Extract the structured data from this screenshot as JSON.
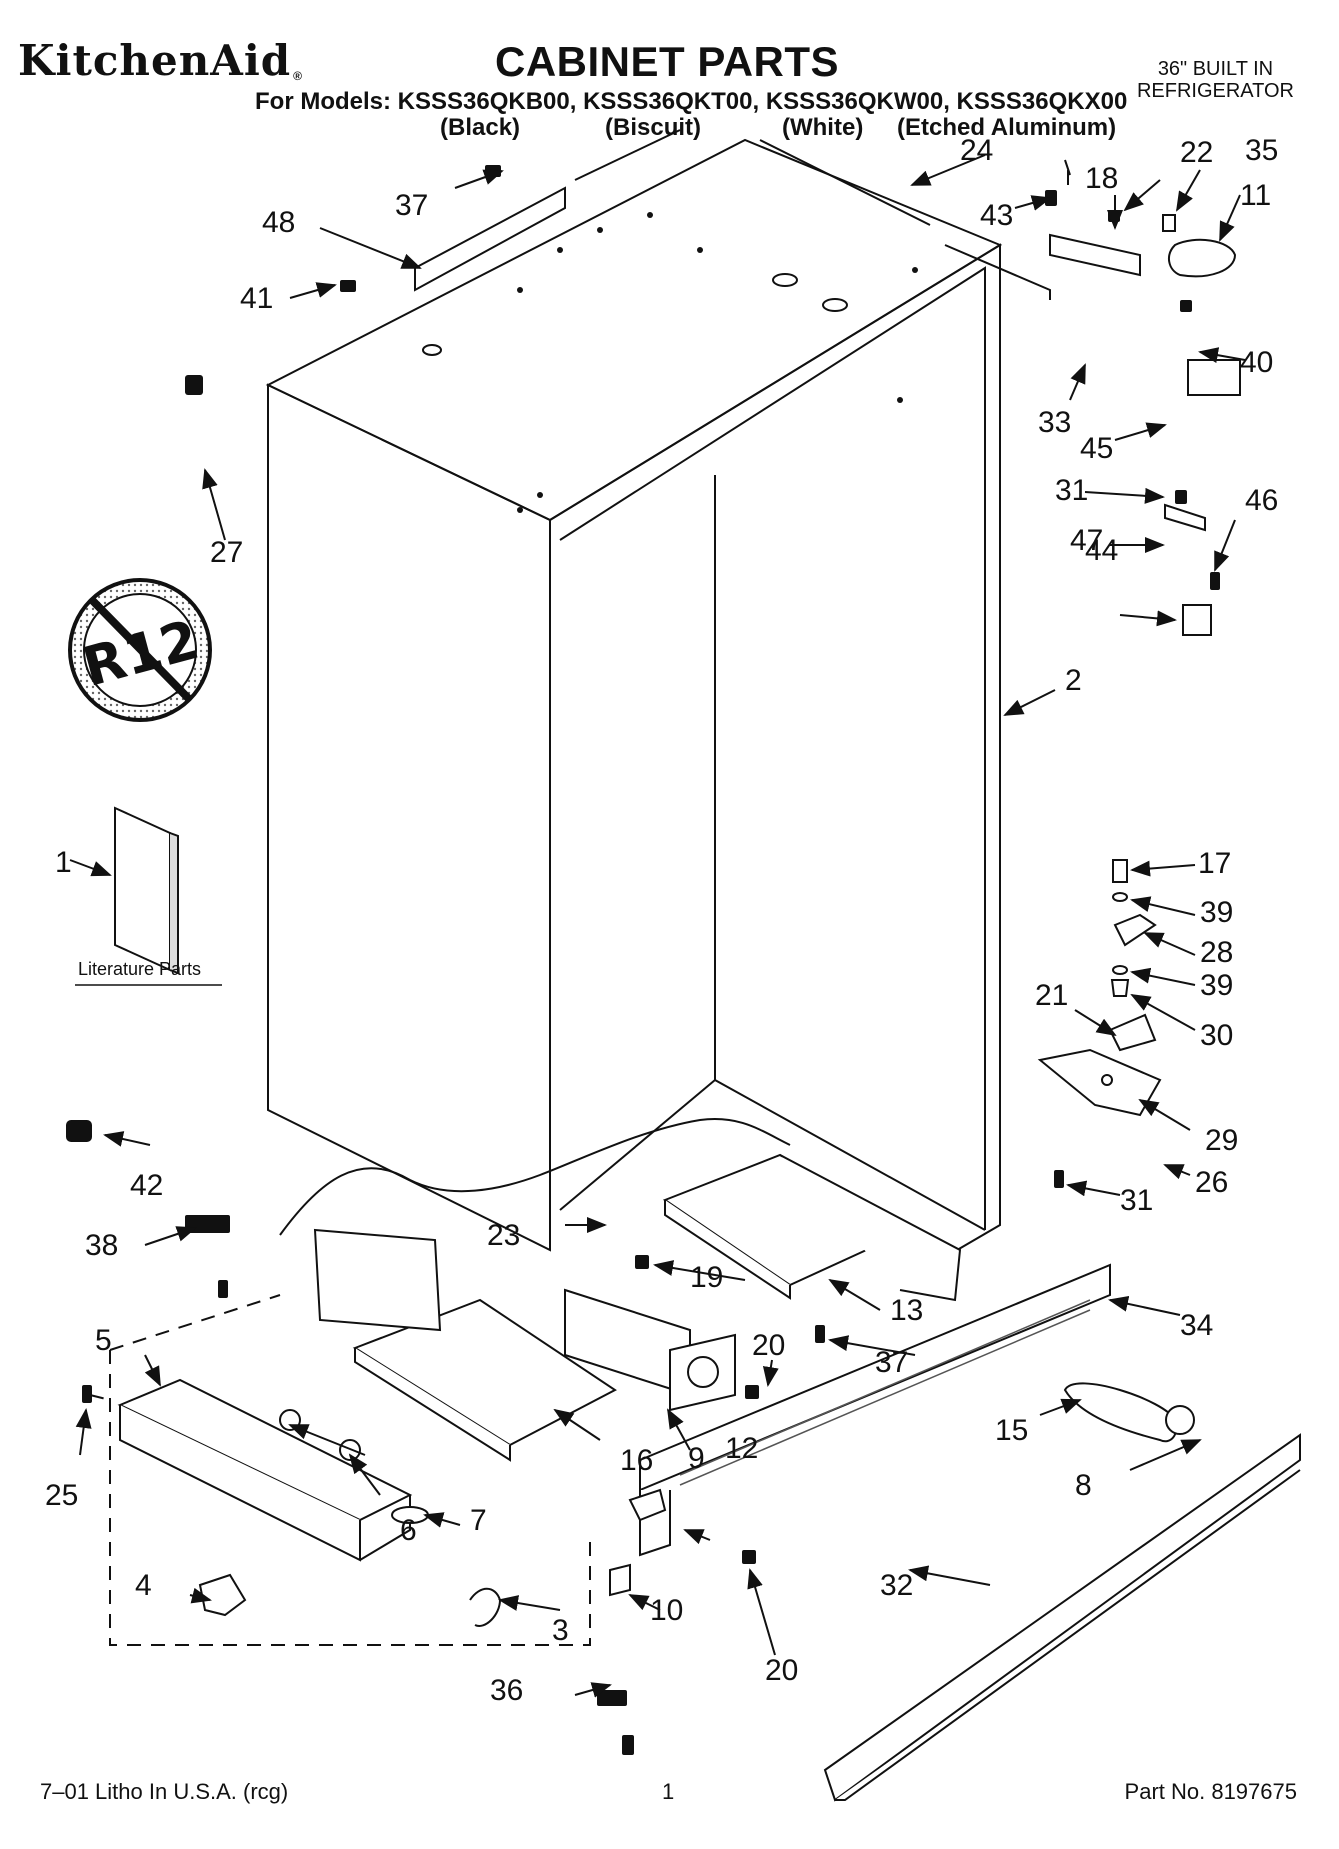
{
  "header": {
    "brand": "KitchenAid",
    "brand_mark": "®",
    "title": "CABINET PARTS",
    "subtitle_line1": "36\" BUILT IN",
    "subtitle_line2": "REFRIGERATOR",
    "models_line": "For Models: KSSS36QKB00, KSSS36QKT00, KSSS36QKW00, KSSS36QKX00",
    "variants": [
      "(Black)",
      "(Biscuit)",
      "(White)",
      "(Etched Aluminum)"
    ]
  },
  "diagram": {
    "no_r12_symbol_text": "R12",
    "literature_label": "Literature Parts",
    "callouts": [
      "1",
      "2",
      "3",
      "4",
      "5",
      "6",
      "7",
      "8",
      "9",
      "10",
      "11",
      "12",
      "13",
      "15",
      "16",
      "17",
      "18",
      "19",
      "20",
      "20",
      "21",
      "22",
      "23",
      "24",
      "25",
      "26",
      "27",
      "28",
      "29",
      "30",
      "31",
      "31",
      "32",
      "33",
      "34",
      "35",
      "36",
      "37",
      "37",
      "38",
      "39",
      "39",
      "40",
      "41",
      "42",
      "43",
      "44",
      "45",
      "46",
      "47",
      "48"
    ]
  },
  "footer": {
    "left": "7–01 Litho In U.S.A. (rcg)",
    "page": "1",
    "part_no": "Part No. 8197675"
  }
}
